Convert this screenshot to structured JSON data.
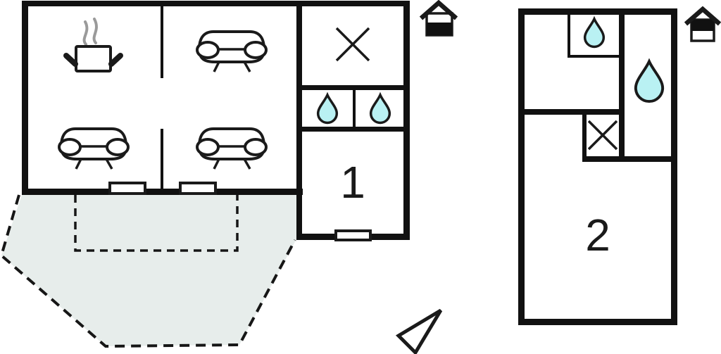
{
  "colors": {
    "background": "#ffffff",
    "wall": "#111111",
    "line": "#1a1a1a",
    "steam": "#9a9a9a",
    "terrace_fill": "#e7edeb",
    "terrace_outline": "#161616",
    "water_drop_fill": "#b9f1f3",
    "door_fill": "#ffffff",
    "label_color": "#1a1a1a"
  },
  "house1": {
    "room_label": "1",
    "icons": [
      "stove-pot-icon",
      "steam-icon",
      "sofa-icon",
      "sofa-icon",
      "sofa-icon",
      "shower-cross-icon",
      "water-drop-icon",
      "water-drop-icon",
      "door-marker",
      "door-marker",
      "door-marker",
      "terrace-dashed-outline",
      "cabin-marker-icon"
    ]
  },
  "house2": {
    "room_label": "2",
    "icons": [
      "water-drop-icon",
      "water-drop-icon",
      "shower-cross-icon",
      "cabin-marker-icon"
    ]
  },
  "compass": {
    "icon": "north-arrow-icon"
  }
}
